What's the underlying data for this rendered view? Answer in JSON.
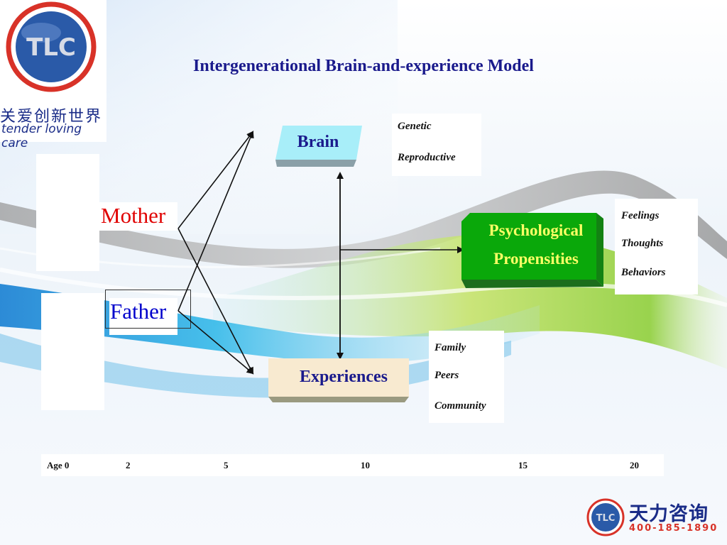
{
  "title": "Intergenerational Brain-and-experience Model",
  "logo": {
    "mark": "TLC",
    "cn": "关爱创新世界",
    "en": "tender loving care"
  },
  "parents": {
    "mother": "Mother",
    "father": "Father"
  },
  "nodes": {
    "brain": "Brain",
    "experiences": "Experiences",
    "psych_line1": "Psychological",
    "psych_line2": "Propensities"
  },
  "brain_factors": [
    "Genetic",
    "Reproductive"
  ],
  "psych_outcomes": [
    "Feelings",
    "Thoughts",
    "Behaviors"
  ],
  "experience_factors": [
    "Family",
    "Peers",
    "Community"
  ],
  "ages": [
    "Age 0",
    "2",
    "5",
    "10",
    "15",
    "20"
  ],
  "brand": {
    "mark": "TLC",
    "cn": "天力咨询",
    "phone": "400-185-1890"
  },
  "colors": {
    "title": "#1a1a8c",
    "mother": "#e00000",
    "father": "#0000cc",
    "psych_box": "#0aa80a",
    "psych_text": "#ffff66"
  }
}
